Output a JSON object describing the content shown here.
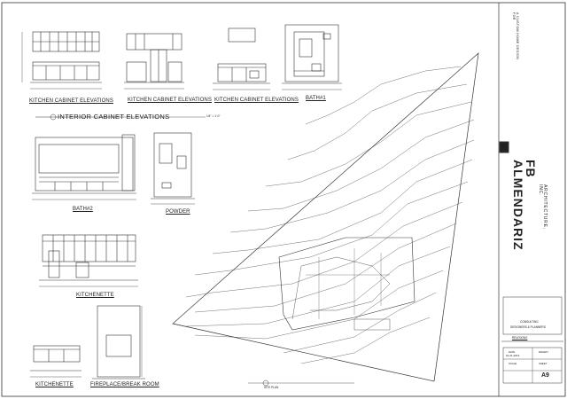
{
  "sheet": {
    "views": {
      "kitchen_1": "KITCHEN CABINET ELEVATIONS",
      "kitchen_2": "KITCHEN CABINET ELEVATIONS",
      "kitchen_3": "KITCHEN CABINET ELEVATIONS",
      "bath_1": "BATH#1",
      "interior_cabinet": "INTERIOR CABINET ELEVATIONS",
      "bath_2": "BATH#2",
      "powder": "POWDER",
      "kitchenette_1": "KITCHENETTE",
      "kitchenette_2": "KITCHENETTE",
      "fireplace": "FIREPLACE/BREAK ROOM",
      "site_plan": "SITE PLAN"
    },
    "scale_note": "1/4\" = 1'-0\"",
    "firm": {
      "logo_text": "FB ALMENDARIZ",
      "sub": "ARCHITECTURE, INC.",
      "consult": "CONSULTING",
      "services": "DESIGNERS & PLANNERS",
      "revisions_label": "REVISIONS"
    },
    "project_vertical": "A CUSTOM HOME DESIGN FOR",
    "sheet_box": {
      "date_label": "DATE",
      "date_value": "01-21-2013",
      "drawn_label": "DRAWN",
      "scale_label": "SCALE",
      "sheet_label": "SHEET",
      "sheet_no": "A9"
    }
  }
}
